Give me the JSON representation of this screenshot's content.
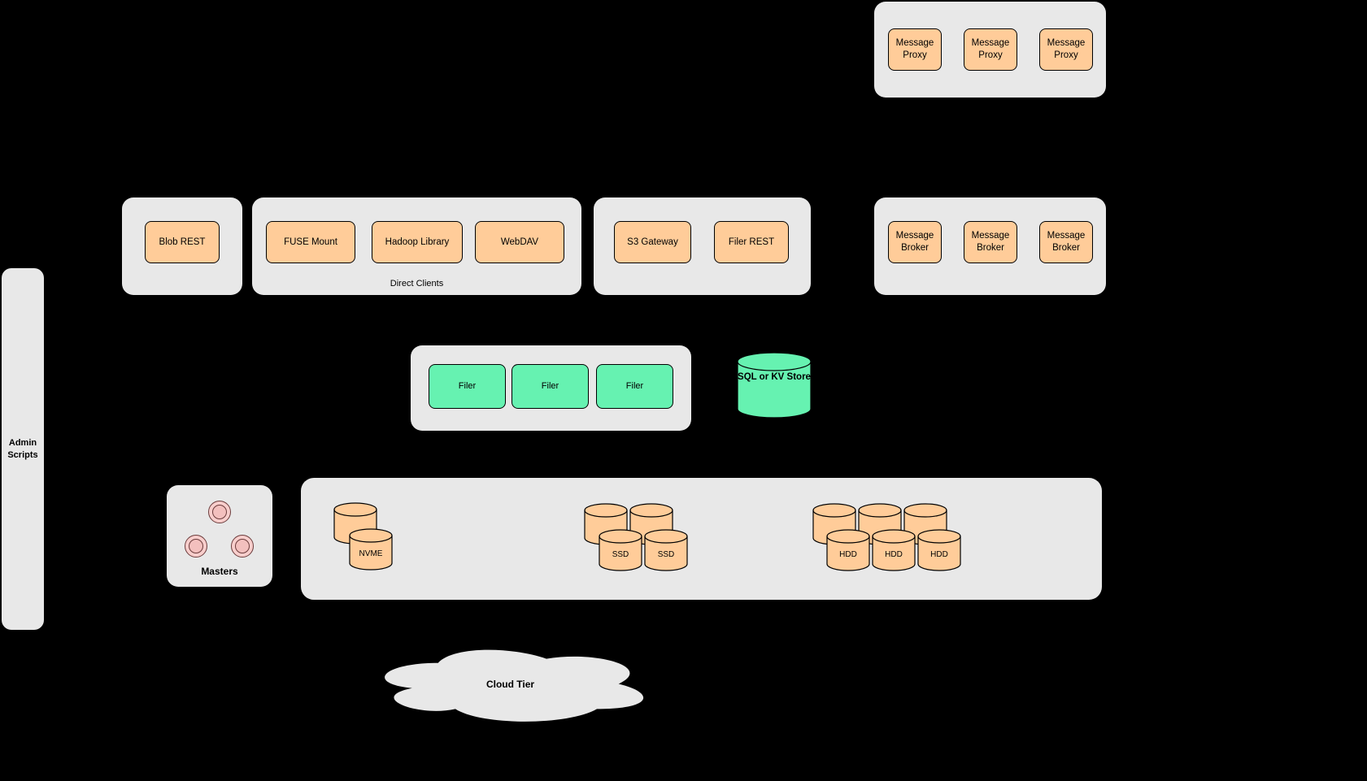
{
  "colors": {
    "background": "#000000",
    "container_gray": "#e8e8e8",
    "node_orange": "#ffcc99",
    "node_green": "#66f2b1",
    "node_pink": "#f8cecc",
    "stroke": "#000000"
  },
  "admin_panel": {
    "label": "Admin Scripts"
  },
  "message_proxy_group": {
    "items": [
      "Message Proxy",
      "Message Proxy",
      "Message Proxy"
    ]
  },
  "blob_group": {
    "items": [
      "Blob REST"
    ]
  },
  "direct_clients_group": {
    "label": "Direct Clients",
    "items": [
      "FUSE Mount",
      "Hadoop Library",
      "WebDAV"
    ]
  },
  "gateway_group": {
    "items": [
      "S3 Gateway",
      "Filer REST"
    ]
  },
  "message_broker_group": {
    "items": [
      "Message Broker",
      "Message Broker",
      "Message Broker"
    ]
  },
  "filer_group": {
    "items": [
      "Filer",
      "Filer",
      "Filer"
    ]
  },
  "store": {
    "label": "SQL or KV Store"
  },
  "masters_group": {
    "label": "Masters"
  },
  "volume_group": {
    "nvme_label": "NVME",
    "ssd_labels": [
      "SSD",
      "SSD"
    ],
    "hdd_labels": [
      "HDD",
      "HDD",
      "HDD"
    ]
  },
  "cloud": {
    "label": "Cloud Tier"
  }
}
